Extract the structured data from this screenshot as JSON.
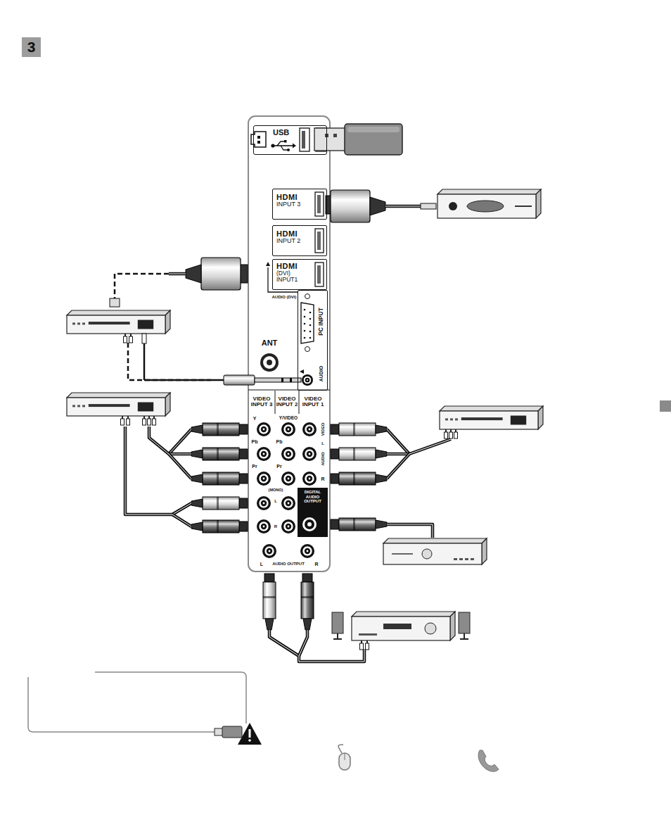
{
  "diagram": {
    "nodes": [
      {
        "text": [
          "3"
        ]
      },
      {
        "text": [
          "USB"
        ]
      },
      {
        "text": [
          "HDMI",
          "INPUT 3"
        ]
      },
      {
        "text": [
          "HDMI",
          "INPUT 2"
        ]
      },
      {
        "text": [
          "HDMI",
          "(DVI) INPUT1"
        ]
      },
      {
        "text": [
          "PC INPUT",
          "AUDIO"
        ]
      },
      {
        "text": [
          "DIGITAL AUDIO OUTPUT"
        ]
      }
    ],
    "labels": [
      "AUDIO (DVI)",
      "ANT",
      "VIDEO INPUT 3",
      "VIDEO INPUT 2",
      "VIDEO INPUT 1",
      "Y",
      "Pb",
      "Pr",
      "Y/VIDEO",
      "Pb",
      "Pr",
      "VIDEO",
      "L",
      "AUDIO",
      "R",
      "(MONO)",
      "L",
      "R",
      "L",
      "AUDIO OUTPUT",
      "R"
    ]
  }
}
